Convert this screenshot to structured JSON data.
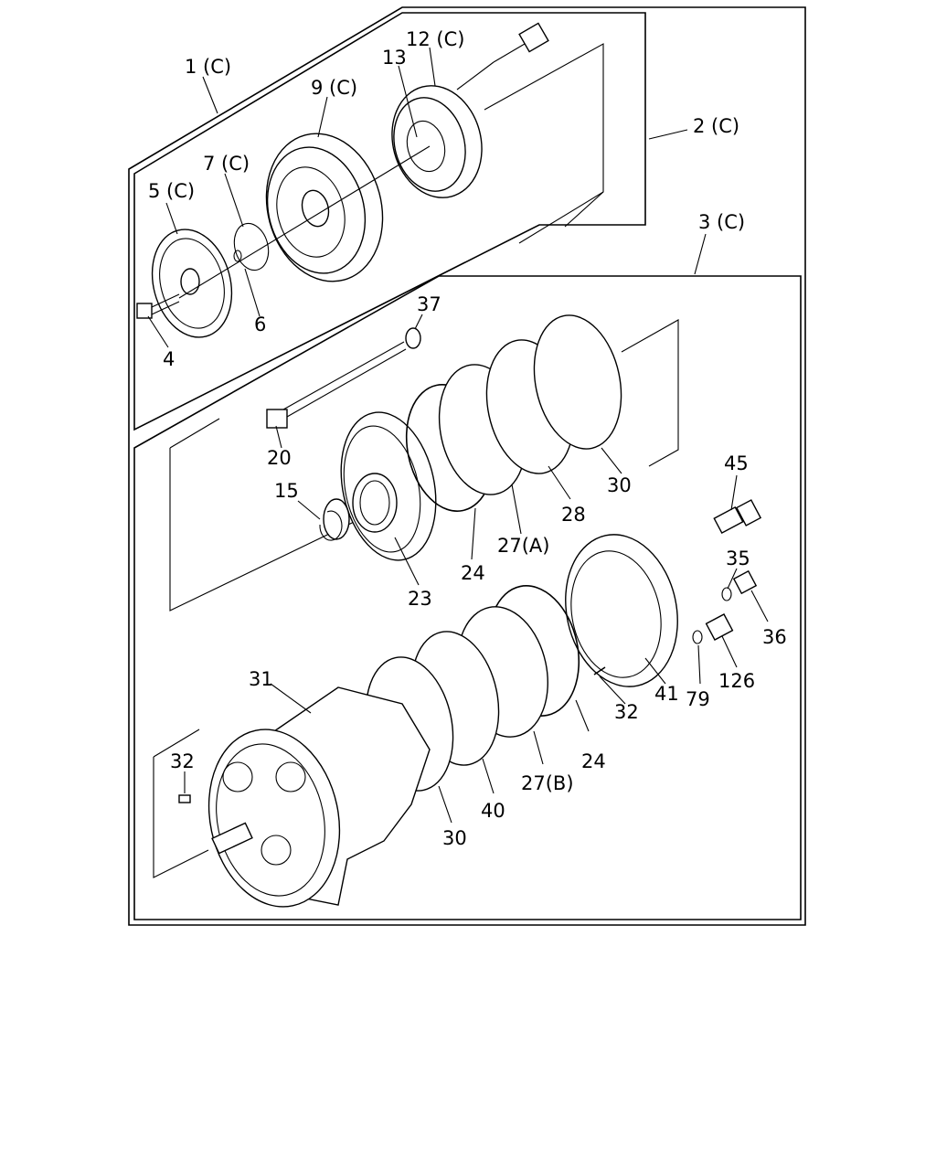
{
  "labels": {
    "p1": "1 (C)",
    "p2": "2 (C)",
    "p3": "3 (C)",
    "p4": "4",
    "p5": "5 (C)",
    "p6": "6",
    "p7": "7 (C)",
    "p9": "9 (C)",
    "p12": "12 (C)",
    "p13": "13",
    "p15": "15",
    "p20": "20",
    "p23": "23",
    "p24a": "24",
    "p24b": "24",
    "p27a": "27(A)",
    "p27b": "27(B)",
    "p28": "28",
    "p30a": "30",
    "p30b": "30",
    "p31": "31",
    "p32a": "32",
    "p32b": "32",
    "p35": "35",
    "p36": "36",
    "p37": "37",
    "p40": "40",
    "p41": "41",
    "p45": "45",
    "p79": "79",
    "p126": "126"
  }
}
